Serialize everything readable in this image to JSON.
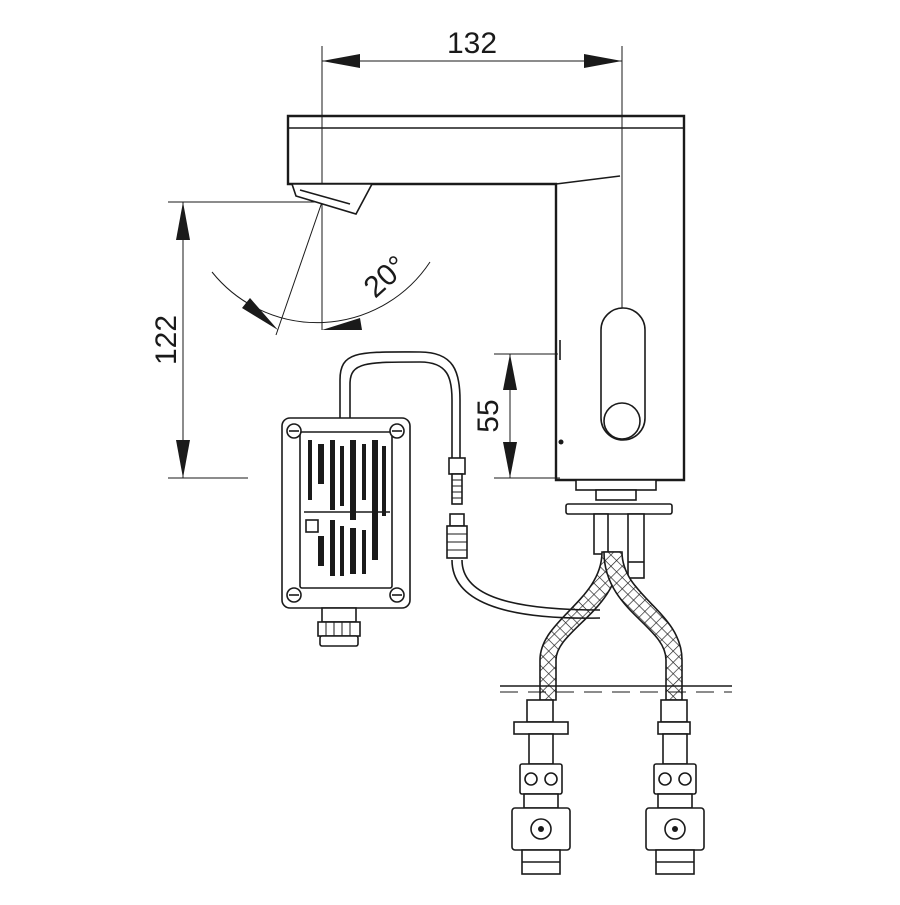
{
  "dimensions": {
    "width_label": "132",
    "height_label": "122",
    "sensor_height_label": "55",
    "spray_angle_label": "20°"
  },
  "colors": {
    "line": "#1a1a1a",
    "background": "#ffffff"
  }
}
